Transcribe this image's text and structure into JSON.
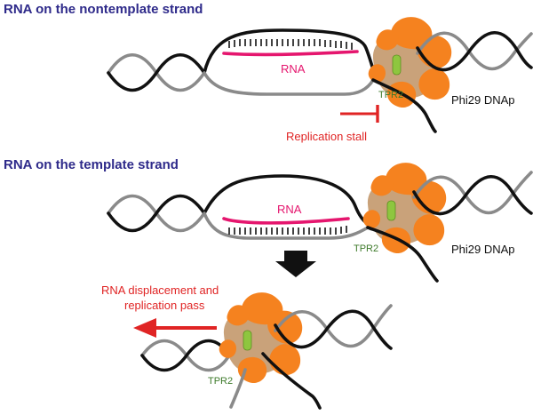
{
  "headings": {
    "nontemplate": "RNA on the nontemplate strand",
    "template": "RNA on the template strand"
  },
  "labels": {
    "rna_top": "RNA",
    "rna_middle": "RNA",
    "tpr2_top": "TPR2",
    "tpr2_middle": "TPR2",
    "tpr2_bottom": "TPR2",
    "polymerase_top": "Phi29 DNAp",
    "polymerase_middle": "Phi29 DNAp",
    "stall": "Replication stall",
    "pass_line1": "RNA displacement and",
    "pass_line2": "replication pass"
  },
  "colors": {
    "heading": "#2e2a8a",
    "rna": "#e5166e",
    "stall_red": "#e02424",
    "tpr2_green": "#3d7a2a",
    "polymerase_orange": "#f5821f",
    "polymerase_core": "#c9a27a",
    "tpr2_domain": "#8ec63f"
  }
}
